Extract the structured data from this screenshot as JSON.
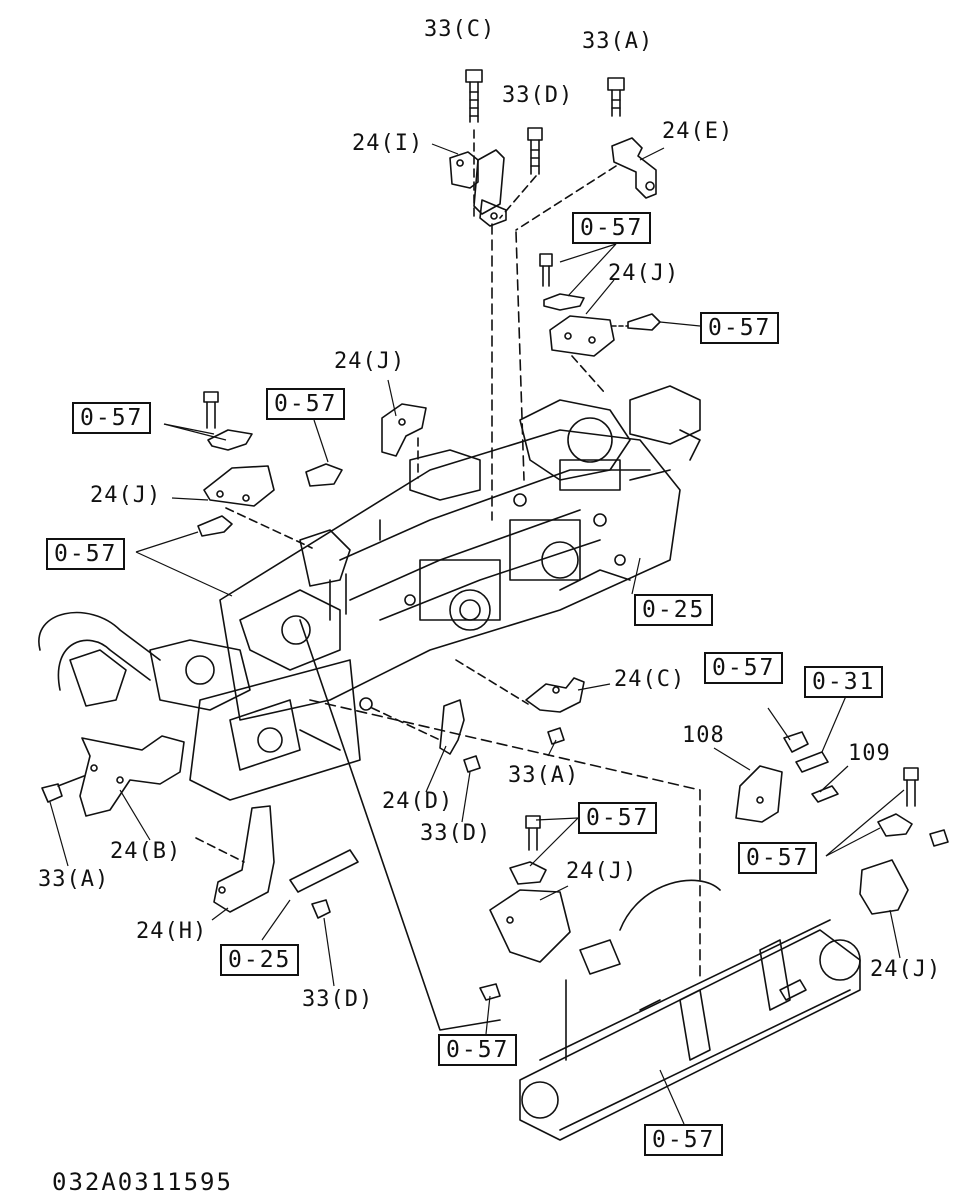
{
  "labels": {
    "l33c": "33(C)",
    "l33a_top": "33(A)",
    "l33d_top": "33(D)",
    "l24i": "24(I)",
    "l24e": "24(E)",
    "l24j_top": "24(J)",
    "l24j_mid": "24(J)",
    "l24j_left": "24(J)",
    "l24c": "24(C)",
    "l33a_mid": "33(A)",
    "l24d": "24(D)",
    "l33d_mid": "33(D)",
    "l108": "108",
    "l109": "109",
    "l24b": "24(B)",
    "l33a_left": "33(A)",
    "l24h": "24(H)",
    "l33d_low": "33(D)",
    "l24j_low": "24(J)",
    "l24j_right": "24(J)"
  },
  "refs": {
    "r057_top": "0-57",
    "r057_right": "0-57",
    "r057_left": "0-57",
    "r057_center": "0-57",
    "r057_lower_left": "0-57",
    "r025_right": "0-25",
    "r057_108": "0-57",
    "r031": "0-31",
    "r057_mid": "0-57",
    "r057_far_right": "0-57",
    "r025_bottom": "0-25",
    "r057_bottom_left": "0-57",
    "r057_bottom": "0-57"
  },
  "diagram_code": "032A0311595"
}
